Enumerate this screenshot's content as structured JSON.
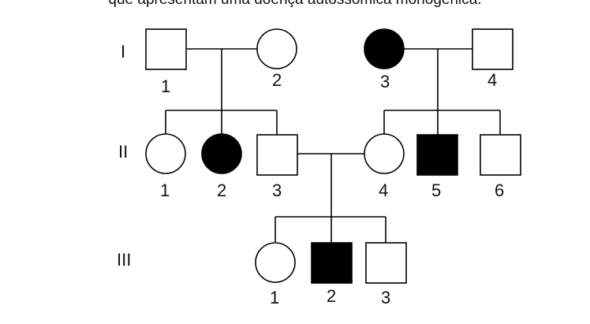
{
  "caption": "que apresentam uma doença autossômica monogênica.",
  "generations": [
    "I",
    "II",
    "III"
  ],
  "individuals": {
    "I1": {
      "label": "1",
      "sex": "male",
      "affected": false
    },
    "I2": {
      "label": "2",
      "sex": "female",
      "affected": false
    },
    "I3": {
      "label": "3",
      "sex": "female",
      "affected": true
    },
    "I4": {
      "label": "4",
      "sex": "male",
      "affected": false
    },
    "II1": {
      "label": "1",
      "sex": "female",
      "affected": false
    },
    "II2": {
      "label": "2",
      "sex": "female",
      "affected": true
    },
    "II3": {
      "label": "3",
      "sex": "male",
      "affected": false
    },
    "II4": {
      "label": "4",
      "sex": "female",
      "affected": false
    },
    "II5": {
      "label": "5",
      "sex": "male",
      "affected": true
    },
    "II6": {
      "label": "6",
      "sex": "male",
      "affected": false
    },
    "III1": {
      "label": "1",
      "sex": "female",
      "affected": false
    },
    "III2": {
      "label": "2",
      "sex": "male",
      "affected": true
    },
    "III3": {
      "label": "3",
      "sex": "male",
      "affected": false
    }
  },
  "colors": {
    "affected_fill": "#000000",
    "unaffected_fill": "#ffffff",
    "stroke": "#000000"
  }
}
